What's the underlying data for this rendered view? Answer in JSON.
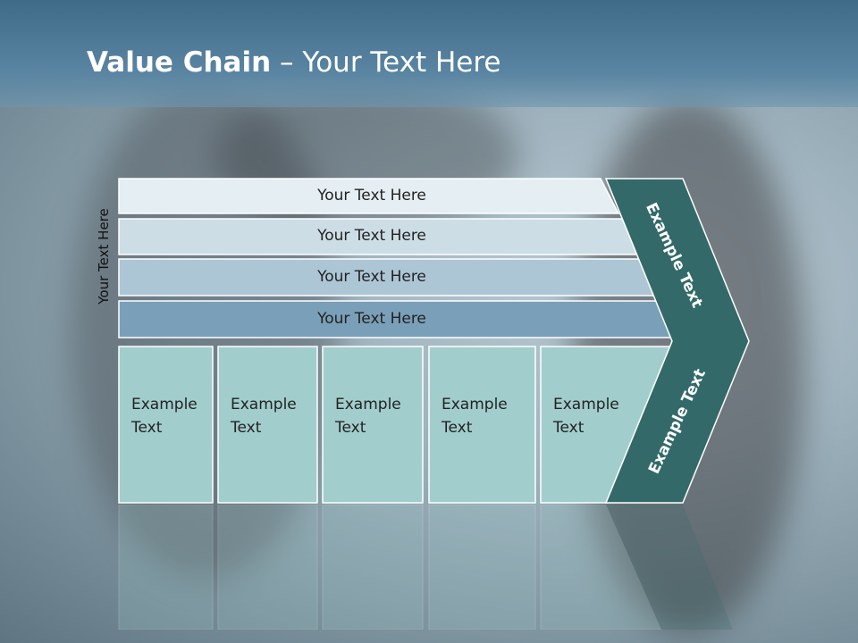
{
  "title": {
    "bold": "Value Chain",
    "rest": " – Your Text Here"
  },
  "side_label": "Your Text Here",
  "bars": [
    {
      "label": "Your Text Here",
      "color": "#e5eef2"
    },
    {
      "label": "Your Text Here",
      "color": "#cddde6"
    },
    {
      "label": "Your Text Here",
      "color": "#adc6d6"
    },
    {
      "label": "Your Text Here",
      "color": "#7a9fb8"
    }
  ],
  "columns": [
    {
      "label": "Example\nText"
    },
    {
      "label": "Example\nText"
    },
    {
      "label": "Example\nText"
    },
    {
      "label": "Example\nText"
    },
    {
      "label": "Example\nText"
    }
  ],
  "arrow": {
    "top_label": "Example Text",
    "bottom_label": "Example Text",
    "color": "#336a69"
  },
  "column_color": "#a2cdcd"
}
